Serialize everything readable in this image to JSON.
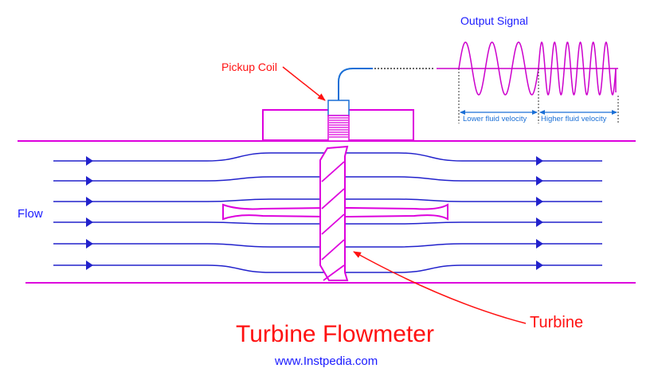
{
  "labels": {
    "output_signal": "Output Signal",
    "pickup_coil": "Pickup Coil",
    "flow": "Flow",
    "lower_velocity": "Lower fluid velocity",
    "higher_velocity": "Higher fluid velocity",
    "turbine": "Turbine",
    "title": "Turbine Flowmeter",
    "website": "www.Instpedia.com"
  },
  "colors": {
    "pipe": "#dd00dd",
    "streamline": "#2222cc",
    "label_red": "#ff1111",
    "label_blue": "#1a1aff",
    "signal": "#cc00cc",
    "annotation": "#1a6fd6",
    "coil_wire": "#1a6fd6"
  }
}
